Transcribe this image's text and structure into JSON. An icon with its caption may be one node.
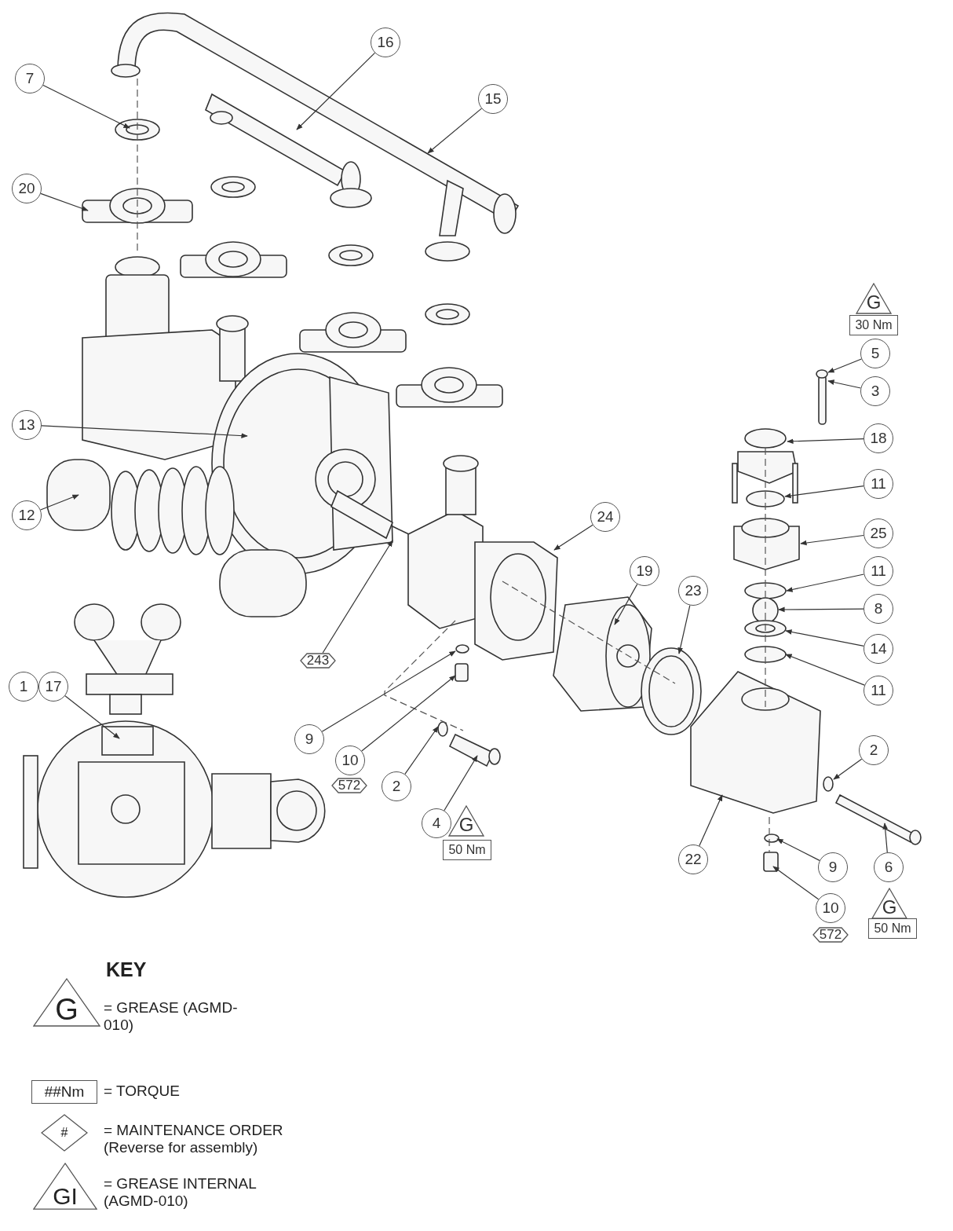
{
  "diagram": {
    "nodes": [
      {
        "text": [
          "7"
        ]
      },
      {
        "text": [
          "20"
        ]
      },
      {
        "text": [
          "16"
        ]
      },
      {
        "text": [
          "15"
        ]
      },
      {
        "text": [
          "13"
        ]
      },
      {
        "text": [
          "12"
        ]
      },
      {
        "text": [
          "G"
        ]
      },
      {
        "text": [
          "30 Nm"
        ]
      },
      {
        "text": [
          "5"
        ]
      },
      {
        "text": [
          "3"
        ]
      },
      {
        "text": [
          "18"
        ]
      },
      {
        "text": [
          "11"
        ]
      },
      {
        "text": [
          "25"
        ]
      },
      {
        "text": [
          "11"
        ]
      },
      {
        "text": [
          "8"
        ]
      },
      {
        "text": [
          "14"
        ]
      },
      {
        "text": [
          "11"
        ]
      },
      {
        "text": [
          "24"
        ]
      },
      {
        "text": [
          "19"
        ]
      },
      {
        "text": [
          "23"
        ]
      },
      {
        "text": [
          "243"
        ]
      },
      {
        "text": [
          "1"
        ]
      },
      {
        "text": [
          "17"
        ]
      },
      {
        "text": [
          "9"
        ]
      },
      {
        "text": [
          "10"
        ]
      },
      {
        "text": [
          "572"
        ]
      },
      {
        "text": [
          "2"
        ]
      },
      {
        "text": [
          "4"
        ]
      },
      {
        "text": [
          "G"
        ]
      },
      {
        "text": [
          "50 Nm"
        ]
      },
      {
        "text": [
          "22"
        ]
      },
      {
        "text": [
          "2"
        ]
      },
      {
        "text": [
          "9"
        ]
      },
      {
        "text": [
          "10"
        ]
      },
      {
        "text": [
          "572"
        ]
      },
      {
        "text": [
          "6"
        ]
      },
      {
        "text": [
          "G"
        ]
      },
      {
        "text": [
          "50 Nm"
        ]
      }
    ],
    "edges": [
      {
        "from": 0,
        "to": null,
        "arrow": "to"
      },
      {
        "from": 1,
        "to": null,
        "arrow": "to"
      },
      {
        "from": 2,
        "to": null,
        "arrow": "to"
      },
      {
        "from": 3,
        "to": null,
        "arrow": "to"
      },
      {
        "from": 4,
        "to": null,
        "arrow": "to"
      },
      {
        "from": 5,
        "to": null,
        "arrow": "to"
      },
      {
        "from": 8,
        "to": null,
        "arrow": "to"
      },
      {
        "from": 9,
        "to": null,
        "arrow": "to"
      },
      {
        "from": 10,
        "to": null,
        "arrow": "to"
      },
      {
        "from": 11,
        "to": null,
        "arrow": "to"
      },
      {
        "from": 12,
        "to": null,
        "arrow": "to"
      },
      {
        "from": 13,
        "to": null,
        "arrow": "to"
      },
      {
        "from": 14,
        "to": null,
        "arrow": "to"
      },
      {
        "from": 15,
        "to": null,
        "arrow": "to"
      },
      {
        "from": 16,
        "to": null,
        "arrow": "to"
      },
      {
        "from": 17,
        "to": null,
        "arrow": "to"
      },
      {
        "from": 18,
        "to": null,
        "arrow": "to"
      },
      {
        "from": 19,
        "to": null,
        "arrow": "to"
      },
      {
        "from": 20,
        "to": null,
        "arrow": "to"
      },
      {
        "from": 22,
        "to": null,
        "arrow": "to"
      },
      {
        "from": 23,
        "to": null,
        "arrow": "to"
      },
      {
        "from": 24,
        "to": null,
        "arrow": "to"
      },
      {
        "from": 26,
        "to": null,
        "arrow": "to"
      },
      {
        "from": 27,
        "to": null,
        "arrow": "to"
      },
      {
        "from": 30,
        "to": null,
        "arrow": "to"
      },
      {
        "from": 31,
        "to": null,
        "arrow": "to"
      },
      {
        "from": 32,
        "to": null,
        "arrow": "to"
      },
      {
        "from": 33,
        "to": null,
        "arrow": "to"
      },
      {
        "from": 35,
        "to": null,
        "arrow": "to"
      }
    ],
    "labels": [
      "KEY",
      "G",
      "##Nm",
      "#",
      "GI"
    ],
    "legend": [
      {
        "text": "= GREASE (AGMD-010)"
      },
      {
        "text": "= TORQUE"
      },
      {
        "text": "= MAINTENANCE ORDER (Reverse for assembly)"
      },
      {
        "text": "= GREASE INTERNAL (AGMD-010)"
      }
    ]
  }
}
